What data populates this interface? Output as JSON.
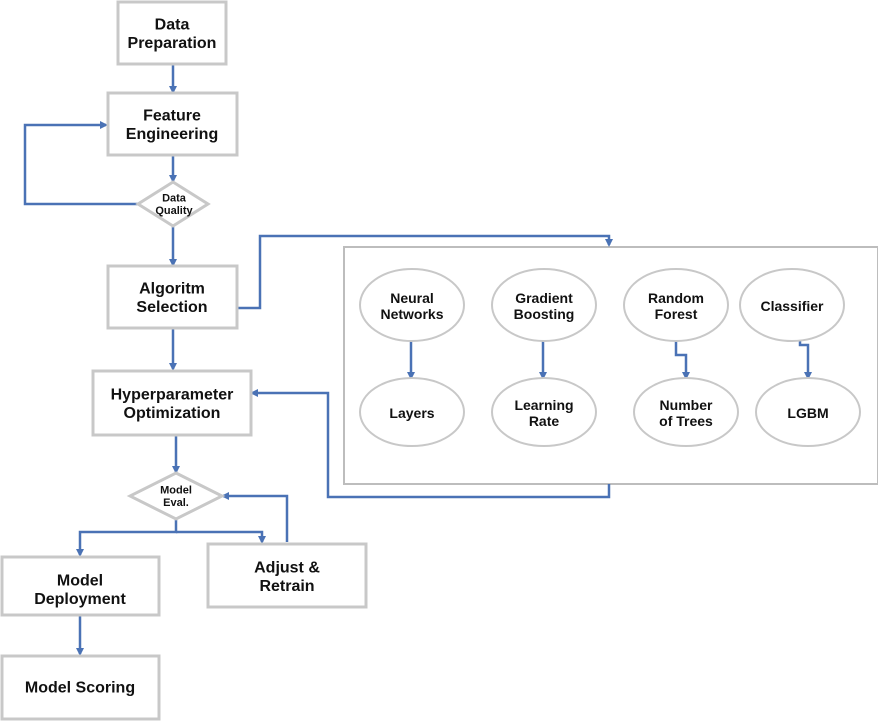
{
  "colors": {
    "connector": "#4a72b5",
    "border": "#c8c8c8"
  },
  "nodes": {
    "data_preparation": [
      "Data",
      "Preparation"
    ],
    "feature_engineering": [
      "Feature",
      "Engineering"
    ],
    "data_quality": [
      "Data",
      "Quality"
    ],
    "algorithm_selection": [
      "Algoritm",
      "Selection"
    ],
    "hyperparameter_optimization": [
      "Hyperparameter",
      "Optimization"
    ],
    "model_eval": [
      "Model",
      "Eval."
    ],
    "adjust_retrain": [
      "Adjust &",
      "Retrain"
    ],
    "model_deployment": [
      "Model",
      "Deployment"
    ],
    "model_scoring": [
      "Model Scoring"
    ],
    "neural_networks": [
      "Neural",
      "Networks"
    ],
    "gradient_boosting": [
      "Gradient",
      "Boosting"
    ],
    "random_forest": [
      "Random",
      "Forest"
    ],
    "classifier": [
      "Classifier"
    ],
    "layers": [
      "Layers"
    ],
    "learning_rate": [
      "Learning",
      "Rate"
    ],
    "number_of_trees": [
      "Number",
      "of Trees"
    ],
    "lgbm": [
      "LGBM"
    ]
  }
}
